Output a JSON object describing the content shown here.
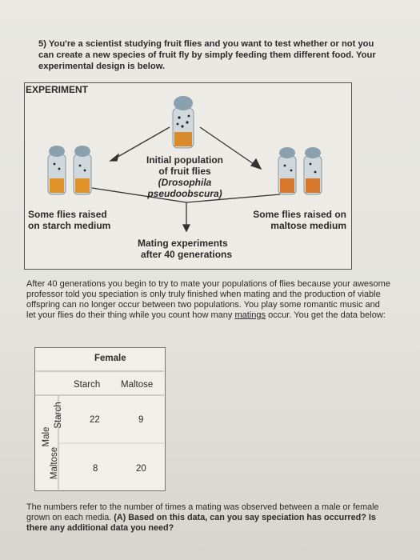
{
  "question": {
    "number": "5)",
    "text": "You're a scientist studying fruit flies and you want to test whether or not you can create a new species of fruit fly by simply feeding them different food. Your experimental design is below."
  },
  "experiment": {
    "title": "EXPERIMENT",
    "center_label": [
      "Initial population",
      "of fruit flies",
      "(Drosophila",
      "pseudoobscura)"
    ],
    "left_label": [
      "Some flies raised",
      "on starch medium"
    ],
    "right_label": [
      "Some flies raised on",
      "maltose medium"
    ],
    "bottom_label": [
      "Mating experiments",
      "after 40 generations"
    ]
  },
  "paragraph": {
    "before_underline": "After 40 generations you begin to try to mate your populations of flies because your awesome professor told you speciation is only truly finished when mating and the production of viable offspring can no longer occur between two populations. You play some romantic music and let your flies do their thing while you count how many ",
    "underlined": "matings",
    "after_underline": " occur. You get the data below:"
  },
  "table": {
    "female_header": "Female",
    "male_header": "Male",
    "columns": [
      "Starch",
      "Maltose"
    ],
    "rows": [
      {
        "label": "Starch",
        "values": [
          "22",
          "9"
        ]
      },
      {
        "label": "Maltose",
        "values": [
          "8",
          "20"
        ]
      }
    ]
  },
  "footer": {
    "plain": "The numbers refer to the number of times a mating was observed between a male or female grown on each media. ",
    "bold": "(A) Based on this data, can you say speciation has occurred? Is there any additional data you need?"
  }
}
